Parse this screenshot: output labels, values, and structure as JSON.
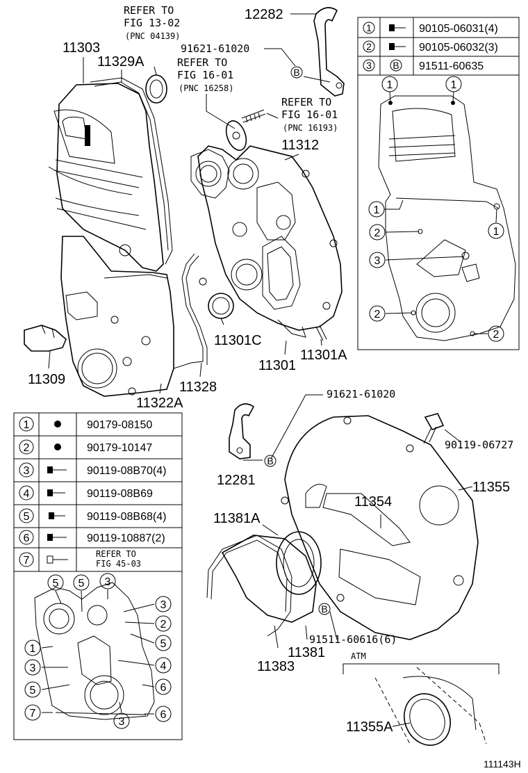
{
  "labels": {
    "p11303": "11303",
    "p11329A": "11329A",
    "p12282": "12282",
    "p91621_top": "91621-61020",
    "p11312": "11312",
    "p11301C": "11301C",
    "p11301": "11301",
    "p11301A": "11301A",
    "p11309": "11309",
    "p11328": "11328",
    "p11322A": "11322A",
    "p91621_mid": "91621-61020",
    "p90119_06727": "90119-06727",
    "p12281": "12281",
    "p11355": "11355",
    "p11354": "11354",
    "p11381A": "11381A",
    "p11381": "11381",
    "p11383": "11383",
    "p91511_60616": "91511-60616(6)",
    "p11355A": "11355A",
    "atm": "ATM",
    "fig_id": "111143H"
  },
  "refers": {
    "r1_line1": "REFER TO",
    "r1_line2": "FIG 13-02",
    "r1_line3": "(PNC 04139)",
    "r2_line1": "REFER TO",
    "r2_line2": "FIG 16-01",
    "r2_line3": "(PNC 16258)",
    "r3_line1": "REFER TO",
    "r3_line2": "FIG 16-01",
    "r3_line3": "(PNC 16193)"
  },
  "circle_b": "B",
  "top_table": {
    "rows": [
      {
        "num": "1",
        "part": "90105-06031(4)"
      },
      {
        "num": "2",
        "part": "90105-06032(3)"
      },
      {
        "num": "3",
        "part": "91511-60635",
        "marker": "B"
      }
    ]
  },
  "top_detail_callouts": [
    "1",
    "1",
    "1",
    "1",
    "2",
    "3",
    "2",
    "2"
  ],
  "bottom_table": {
    "rows": [
      {
        "num": "1",
        "part": "90179-08150"
      },
      {
        "num": "2",
        "part": "90179-10147"
      },
      {
        "num": "3",
        "part": "90119-08B70(4)"
      },
      {
        "num": "4",
        "part": "90119-08B69"
      },
      {
        "num": "5",
        "part": "90119-08B68(4)"
      },
      {
        "num": "6",
        "part": "90119-10887(2)"
      },
      {
        "num": "7",
        "part_line1": "REFER TO",
        "part_line2": "FIG 45-03"
      }
    ]
  },
  "bottom_detail_callouts": [
    "5",
    "5",
    "3",
    "3",
    "2",
    "5",
    "1",
    "3",
    "4",
    "5",
    "6",
    "7",
    "3",
    "6"
  ]
}
